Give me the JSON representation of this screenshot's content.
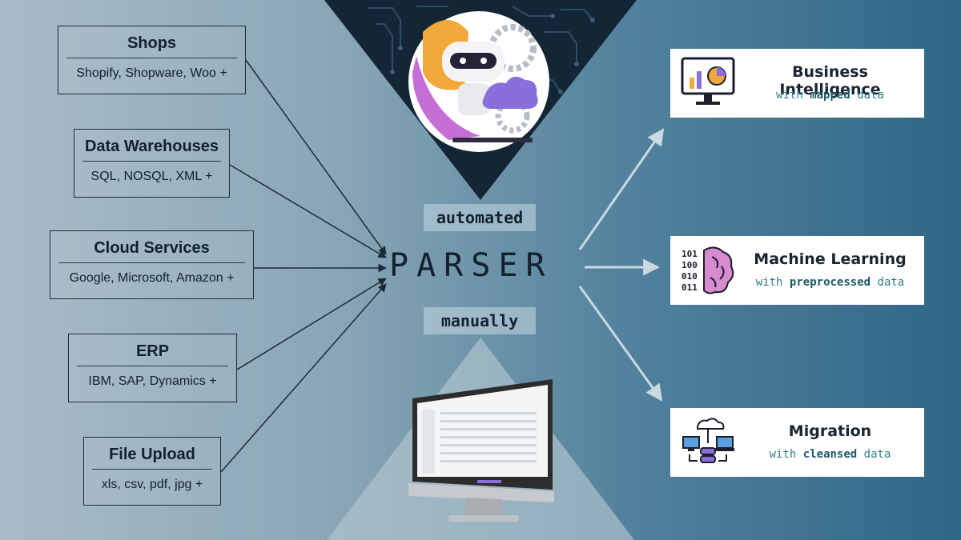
{
  "sources": [
    {
      "title": "Shops",
      "subtitle": "Shopify, Shopware, Woo +"
    },
    {
      "title": "Data Warehouses",
      "subtitle": "SQL, NOSQL, XML +"
    },
    {
      "title": "Cloud Services",
      "subtitle": "Google, Microsoft, Amazon +"
    },
    {
      "title": "ERP",
      "subtitle": "IBM, SAP, Dynamics +"
    },
    {
      "title": "File Upload",
      "subtitle": "xls, csv, pdf, jpg +"
    }
  ],
  "center": {
    "title": "PARSER",
    "automated_label": "automated",
    "manual_label": "manually"
  },
  "outputs": [
    {
      "title": "Business Intelligence",
      "prefix": "with",
      "keyword": "mapped",
      "suffix": "data",
      "icon": "dashboard-chart-icon"
    },
    {
      "title": "Machine Learning",
      "prefix": "with",
      "keyword": "preprocessed",
      "suffix": "data",
      "icon": "binary-brain-icon"
    },
    {
      "title": "Migration",
      "prefix": "with",
      "keyword": "cleansed",
      "suffix": "data",
      "icon": "cloud-network-icon"
    }
  ],
  "colors": {
    "background_left": "#a9bcc7",
    "background_right": "#2f6786",
    "dark_triangle": "#142536",
    "accent_orange": "#f2a83a",
    "accent_purple": "#8a6fdc",
    "keyword_teal": "#1d5868"
  }
}
